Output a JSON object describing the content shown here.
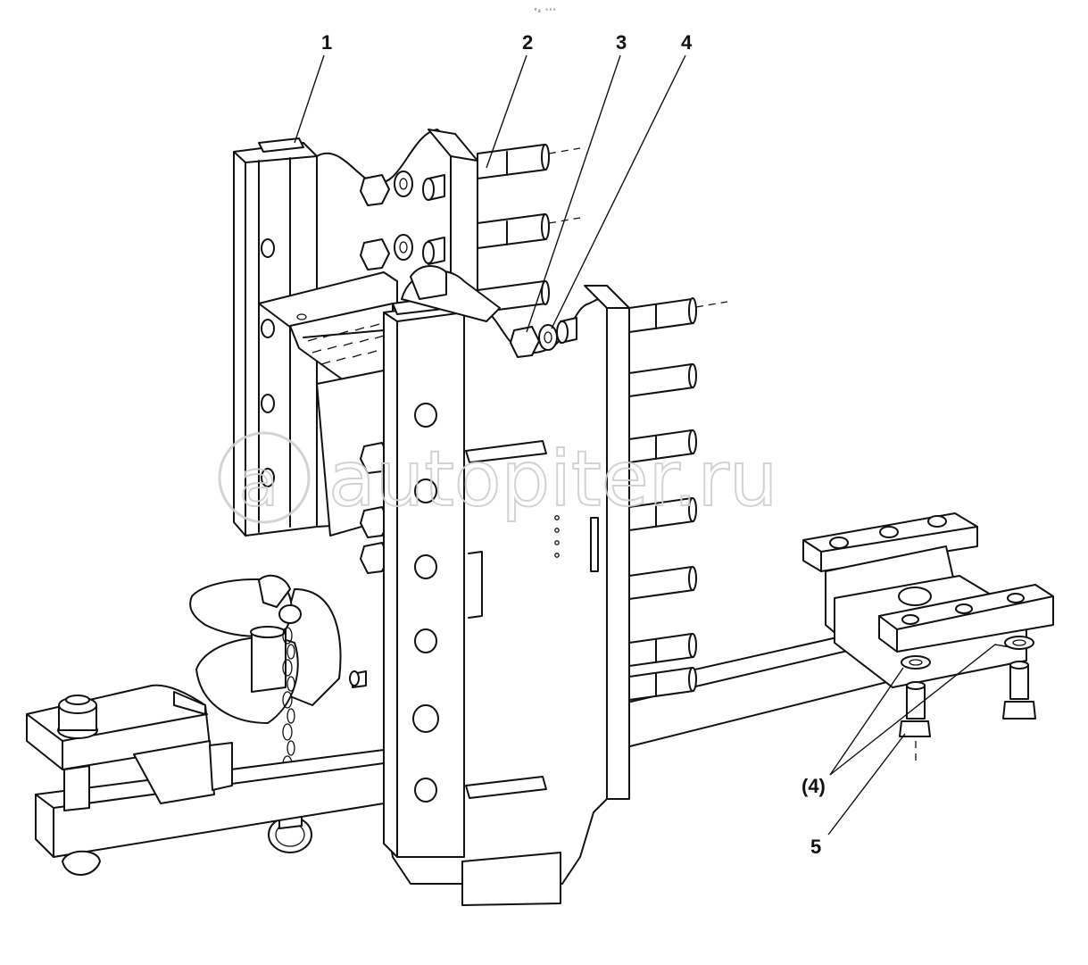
{
  "diagram": {
    "drawing_code": "⁰₈ ᵉᵉᵉ",
    "callouts": [
      {
        "id": "1",
        "label": "1"
      },
      {
        "id": "2",
        "label": "2"
      },
      {
        "id": "3",
        "label": "3"
      },
      {
        "id": "4",
        "label": "4"
      },
      {
        "id": "4ref",
        "label": "(4)"
      },
      {
        "id": "5",
        "label": "5"
      }
    ],
    "watermark": {
      "text": "autopiter.ru",
      "logo_letter": "a"
    },
    "colors": {
      "line": "#111111",
      "background": "#ffffff",
      "watermark": "#cfcfcf"
    }
  }
}
